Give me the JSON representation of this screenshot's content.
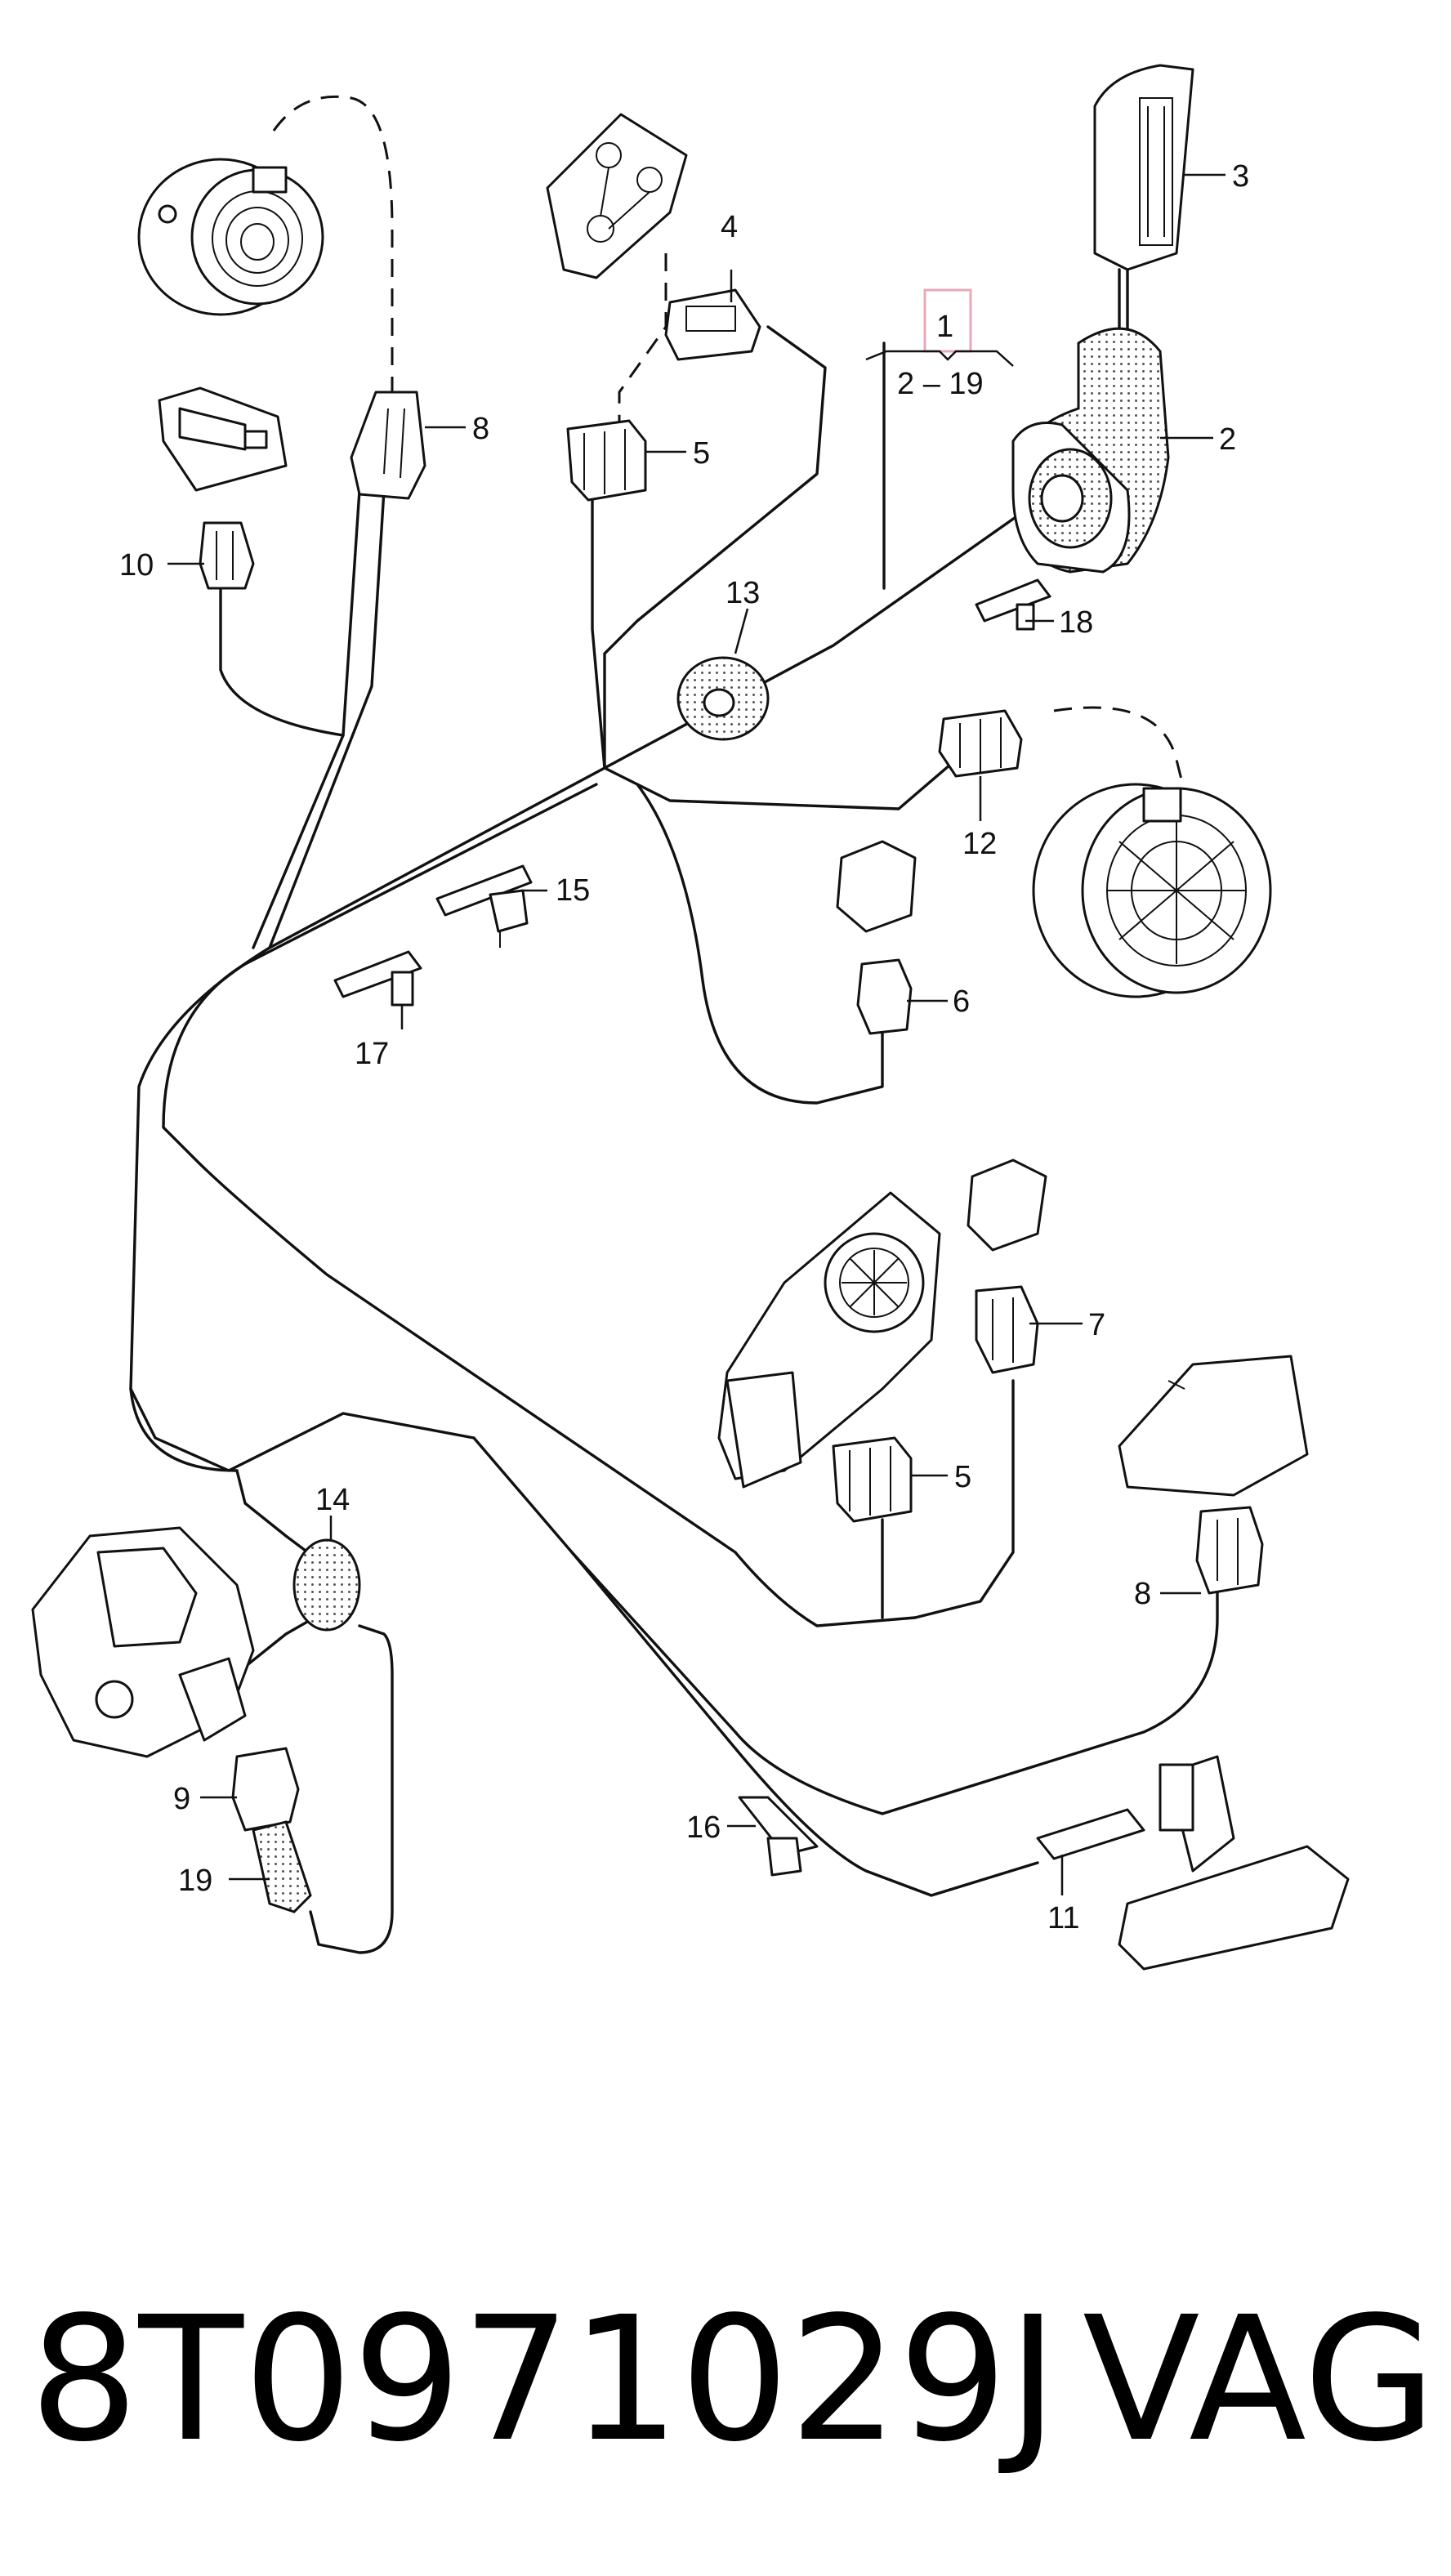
{
  "part_range": {
    "main_part": "1",
    "range_label": "2 – 19"
  },
  "callouts": {
    "c2": "2",
    "c3": "3",
    "c4": "4",
    "c5a": "5",
    "c5b": "5",
    "c6": "6",
    "c7": "7",
    "c8a": "8",
    "c8b": "8",
    "c9": "9",
    "c10": "10",
    "c11": "11",
    "c12": "12",
    "c13": "13",
    "c14": "14",
    "c15": "15",
    "c16": "16",
    "c17": "17",
    "c18": "18",
    "c19": "19"
  },
  "footer": {
    "part_number": "8T0971029J",
    "brand": "VAG"
  },
  "colors": {
    "line": "#111111",
    "highlight": "#e8a8b8",
    "background": "#ffffff"
  }
}
